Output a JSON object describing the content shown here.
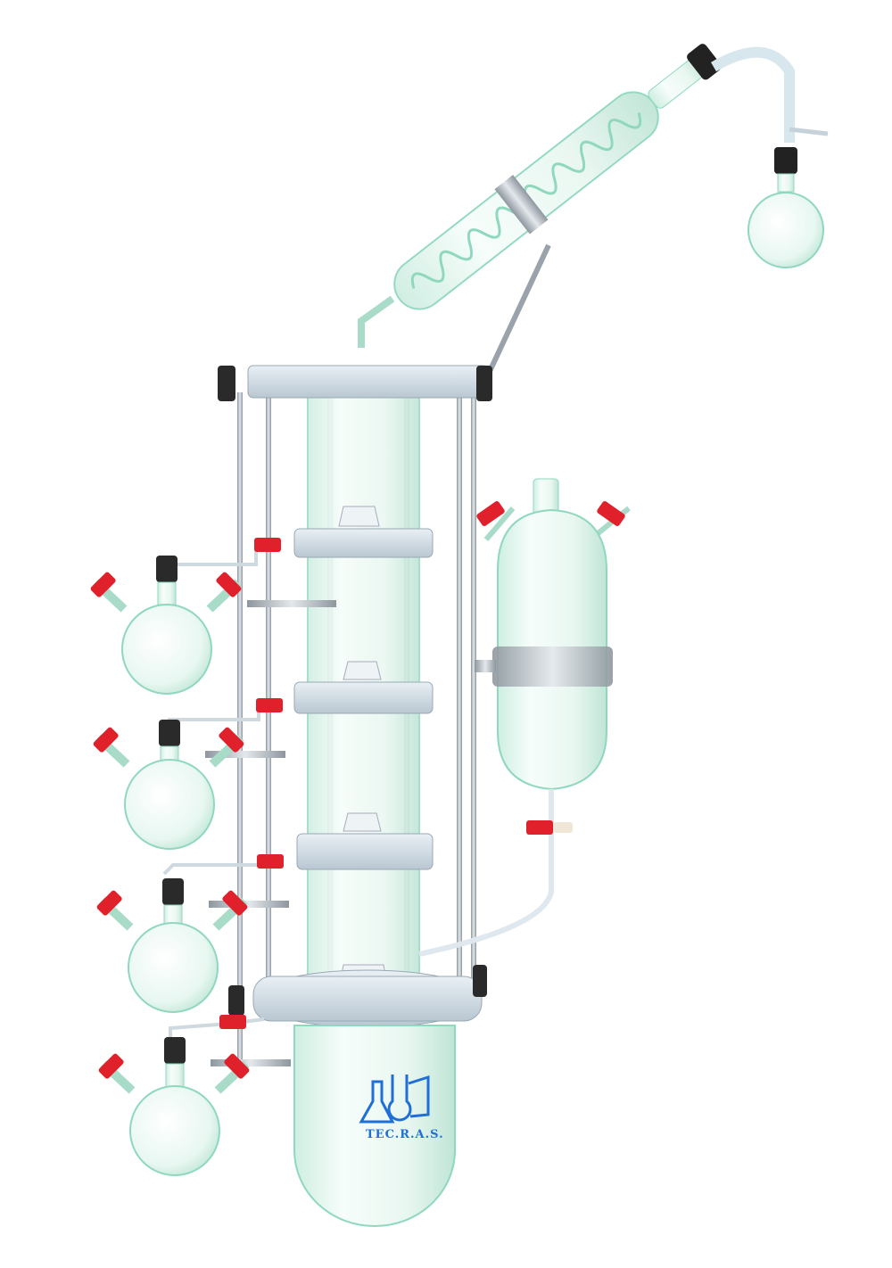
{
  "logo": {
    "text": "TEC.R.A.S."
  },
  "colors": {
    "glass": "#e6f6f0",
    "glass_edge": "#8fd8be",
    "metal": "#b4bcc4",
    "plate": "#d7e2ea",
    "valve": "#e0202a",
    "knob": "#2a2a2a",
    "logo_blue": "#1f6fd6"
  },
  "icons": [
    "condenser",
    "receiver-flask",
    "reaction-column",
    "separatory-funnel",
    "side-flask",
    "stopcock-valve",
    "logo"
  ]
}
